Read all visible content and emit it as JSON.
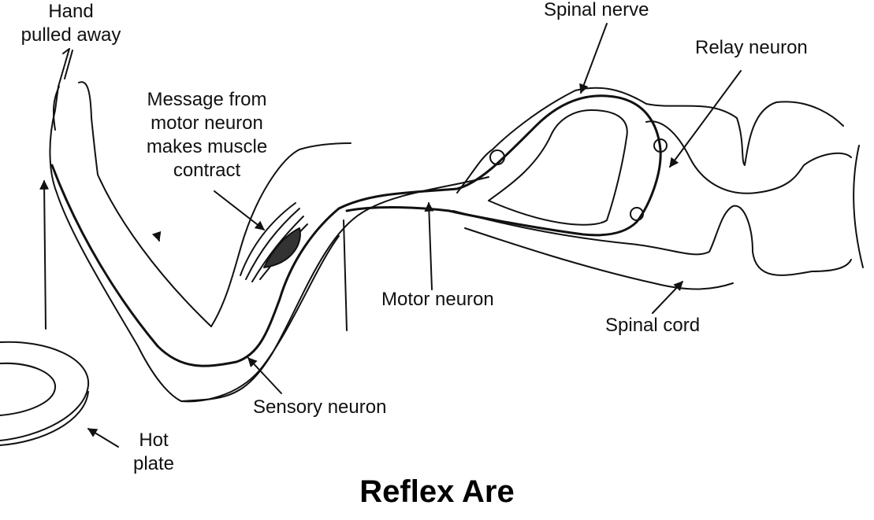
{
  "title": "Reflex Are",
  "labels": {
    "hand_pulled_away": [
      "Hand",
      "pulled away"
    ],
    "message": [
      "Message from",
      "motor neuron",
      "makes muscle",
      "contract"
    ],
    "spinal_nerve": "Spinal nerve",
    "relay_neuron": "Relay neuron",
    "motor_neuron": "Motor neuron",
    "spinal_cord": "Spinal cord",
    "sensory_neuron": "Sensory neuron",
    "hot_plate": [
      "Hot",
      "plate"
    ]
  },
  "colors": {
    "ink": "#111111",
    "background": "#ffffff"
  }
}
